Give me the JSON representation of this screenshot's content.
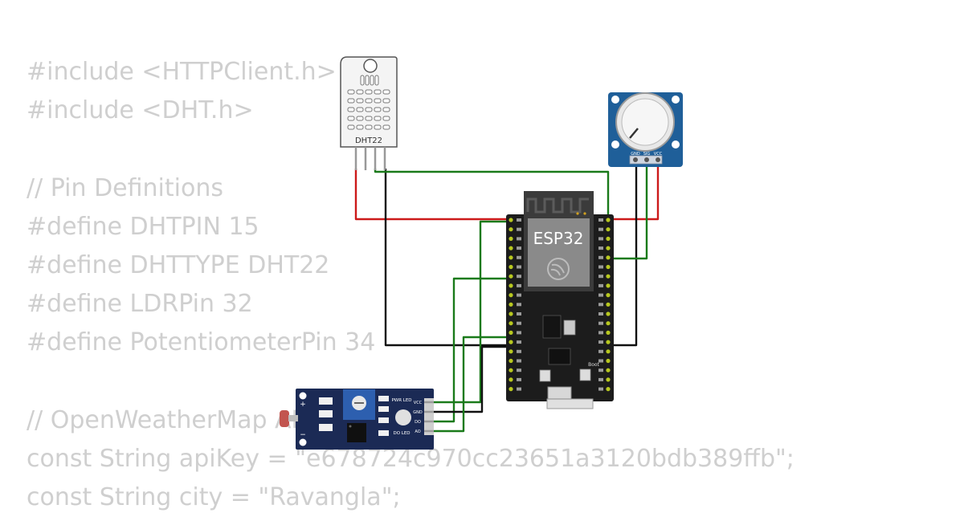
{
  "code_lines": [
    "#include <HTTPClient.h>",
    "#include <DHT.h>",
    "",
    "// Pin Definitions",
    "#define DHTPIN 15",
    "#define DHTTYPE DHT22",
    "#define LDRPin 32",
    "#define PotentiometerPin 34",
    "",
    "// OpenWeatherMap API",
    "const String apiKey = \"e678724c970cc23651a3120bdb389ffb\";",
    "const String city = \"Ravangla\";"
  ],
  "components": {
    "dht22_label": "DHT22",
    "esp32_label": "ESP32",
    "esp32_boot_label": "Boot",
    "pot_pins": [
      "GND",
      "SIG",
      "VCC"
    ],
    "ldr_pins": [
      "VCC",
      "GND",
      "DO",
      "AO"
    ],
    "ldr_pwr_led": "PWR LED",
    "ldr_do_led": "DO LED",
    "ldr_plus": "+",
    "ldr_minus": "−"
  },
  "colors": {
    "code_text": "#cfcfcf",
    "wire_red": "#cc1a1a",
    "wire_green": "#1a7a1a",
    "wire_black": "#111111",
    "pot_board": "#1f5f99",
    "ldr_board": "#1b2a55",
    "esp32_board": "#1c1c1c"
  }
}
